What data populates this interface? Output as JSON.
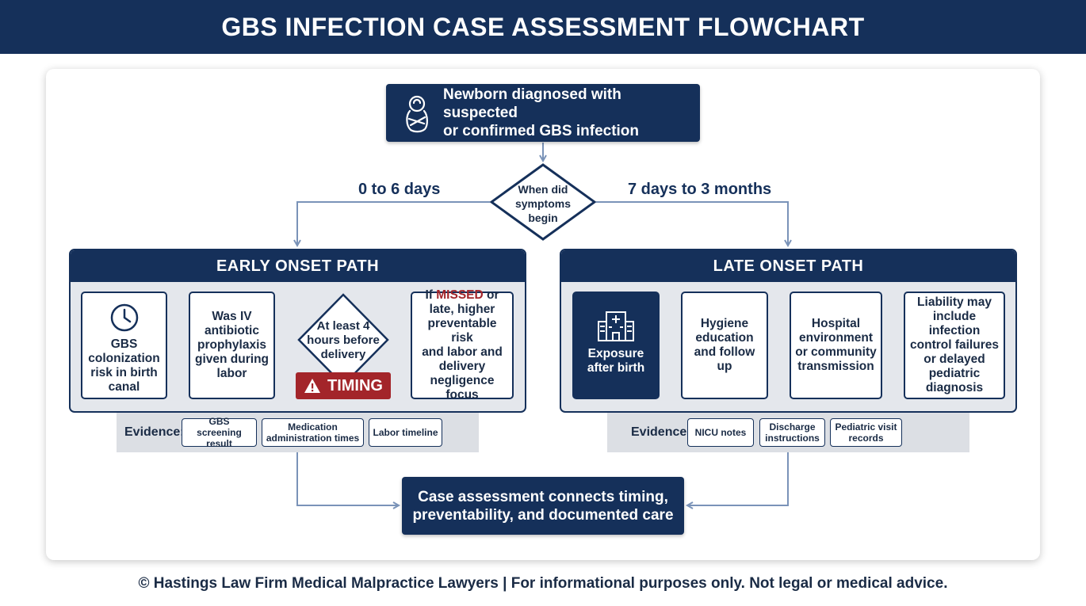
{
  "header": {
    "title": "GBS INFECTION CASE ASSESSMENT FLOWCHART"
  },
  "start": {
    "text": "Newborn diagnosed with suspected\nor confirmed GBS infection",
    "icon": "newborn-icon"
  },
  "decision": {
    "text": "When did\nsymptoms\nbegin",
    "left_label": "0 to 6 days",
    "right_label": "7 days to 3 months"
  },
  "early": {
    "title": "EARLY ONSET PATH",
    "steps": [
      {
        "text": "GBS\ncolonization\nrisk in birth\ncanal",
        "icon": "clock-icon"
      },
      {
        "text": "Was IV\nantibiotic\nprophylaxis\ngiven during\nlabor"
      },
      {
        "text": "At least 4\nhours before\ndelivery"
      },
      {
        "prefix": "If ",
        "highlight": "MISSED",
        "suffix": " or\nlate, higher\npreventable risk\nand labor and\ndelivery\nnegligence focus"
      }
    ],
    "badge": "TIMING",
    "evidence_label": "Evidence:",
    "evidence": [
      "GBS screening\nresult",
      "Medication\nadministration times",
      "Labor timeline"
    ]
  },
  "late": {
    "title": "LATE ONSET PATH",
    "steps": [
      {
        "text": "Exposure\nafter birth",
        "icon": "hospital-icon"
      },
      {
        "text": "Hygiene\neducation\nand follow\nup"
      },
      {
        "text": "Hospital\nenvironment\nor community\ntransmission"
      },
      {
        "text": "Liability may\ninclude infection\ncontrol failures\nor delayed\npediatric\ndiagnosis"
      }
    ],
    "evidence_label": "Evidence:",
    "evidence": [
      "NICU notes",
      "Discharge\ninstructions",
      "Pediatric visit\nrecords"
    ]
  },
  "conclusion": {
    "text": "Case assessment connects timing,\npreventability, and documented care"
  },
  "footer": {
    "text": "© Hastings Law Firm Medical Malpractice Lawyers  | For informational purposes only. Not legal or medical advice."
  },
  "colors": {
    "navy": "#15305a",
    "arrow": "#7a93b8",
    "alert": "#a3252a",
    "panel": "#e4e7ec"
  }
}
